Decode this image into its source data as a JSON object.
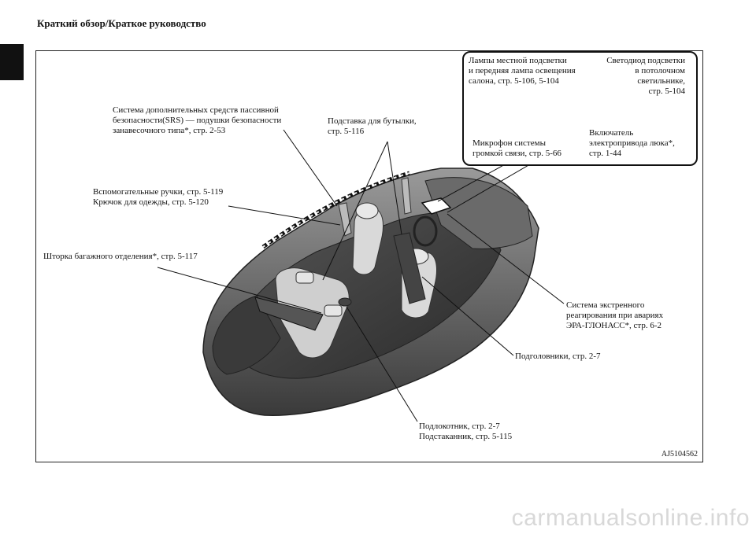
{
  "header": {
    "title": "Краткий обзор/Краткое руководство"
  },
  "labels": {
    "srs": [
      "Система дополнительных средств пассивной",
      "безопасности(SRS) — подушки безопасности",
      "занавесочного типа*, стр. 2-53"
    ],
    "bottle": [
      "Подставка для бутылки,",
      "стр. 5-116"
    ],
    "handles": [
      "Вспомогательные ручки, стр. 5-119",
      "Крючок для одежды, стр. 5-120"
    ],
    "cargo": [
      "Шторка багажного отделения*, стр. 5-117"
    ],
    "era": [
      "Система экстренного",
      "реагирования при авариях",
      "ЭРА-ГЛОНАСС*, стр. 6-2"
    ],
    "headrests": [
      "Подголовники, стр. 2-7"
    ],
    "armrest": [
      "Подлокотник, стр. 2-7",
      "Подстаканник, стр. 5-115"
    ]
  },
  "inset": {
    "lamps": [
      "Лампы местной подсветки",
      "и передняя лампа освещения",
      "салона, стр. 5-106, 5-104"
    ],
    "led": [
      "Светодиод подсветки",
      "в потолочном",
      "светильнике,",
      "стр. 5-104"
    ],
    "mic": [
      "Микрофон системы",
      "громкой связи, стр. 5-66"
    ],
    "sunroof": [
      "Включатель",
      "электропривода люка*,",
      "стр. 1-44"
    ]
  },
  "figure_code": "AJ5104562",
  "watermark": "carmanualsonline.info"
}
